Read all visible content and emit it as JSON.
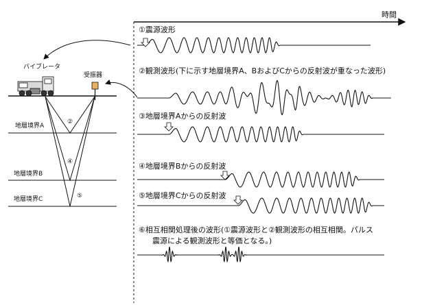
{
  "time_axis": {
    "label": "時間"
  },
  "left": {
    "vibrator_label": "バイブレータ",
    "receiver_label": "受振器",
    "boundaries": [
      {
        "label": "地層境界A"
      },
      {
        "label": "地層境界B"
      },
      {
        "label": "地層境界C"
      }
    ],
    "ray_marks": [
      "②",
      "④",
      "⑤"
    ]
  },
  "traces": [
    {
      "id": "source",
      "label": "①震源波形"
    },
    {
      "id": "observed",
      "label": "②観測波形(下に示す地層境界A、BおよびCからの反射波が重なった波形)"
    },
    {
      "id": "refl_a",
      "label": "③地層境界Aからの反射波"
    },
    {
      "id": "refl_b",
      "label": "④地層境界Bからの反射波"
    },
    {
      "id": "refl_c",
      "label": "⑤地層境界Cからの反射波"
    },
    {
      "id": "correlated",
      "label_line1": "⑥相互相関処理後の波形(①震源波形と②観測波形の相互相関。パルス",
      "label_line2": "震源による観測波形と等価となる。)"
    }
  ]
}
